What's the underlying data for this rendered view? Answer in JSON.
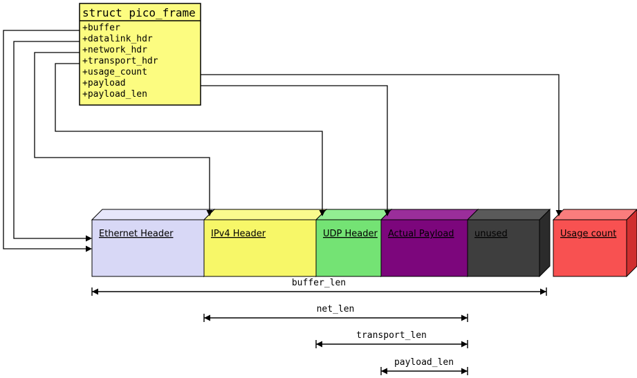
{
  "class_box": {
    "title": "struct pico_frame",
    "fill": "#fcfc80",
    "border": "#000000",
    "fields": [
      "+buffer",
      "+datalink_hdr",
      "+network_hdr",
      "+transport_hdr",
      "+usage_count",
      "+payload",
      "+payload_len"
    ]
  },
  "memory_boxes": [
    {
      "label": "Ethernet Header",
      "fill": "#d8d8f6",
      "top": "#e6e6fa",
      "side": "#b4b4d8",
      "text": "#1c1c52"
    },
    {
      "label": "IPv4 Header",
      "fill": "#f7f768",
      "top": "#fafa8e",
      "side": "#cbcb45",
      "text": "#404010"
    },
    {
      "label": "UDP Header",
      "fill": "#74e374",
      "top": "#92ee92",
      "side": "#4fba4f",
      "text": "#104a10"
    },
    {
      "label": "Actual Payload",
      "fill": "#7c067c",
      "top": "#9a2e9a",
      "side": "#570057",
      "text": "#f3e3f3"
    },
    {
      "label": "unused",
      "fill": "#3e3e3e",
      "top": "#5a5a5a",
      "side": "#2b2b2b",
      "text": "#ffffff"
    },
    {
      "label": "Usage count",
      "fill": "#f85151",
      "top": "#fa7d7d",
      "side": "#d02f2f",
      "text": "#701212"
    }
  ],
  "dim_labels": [
    "buffer_len",
    "net_len",
    "transport_len",
    "payload_len"
  ],
  "colors": {
    "line": "#000000",
    "background": "#ffffff"
  }
}
